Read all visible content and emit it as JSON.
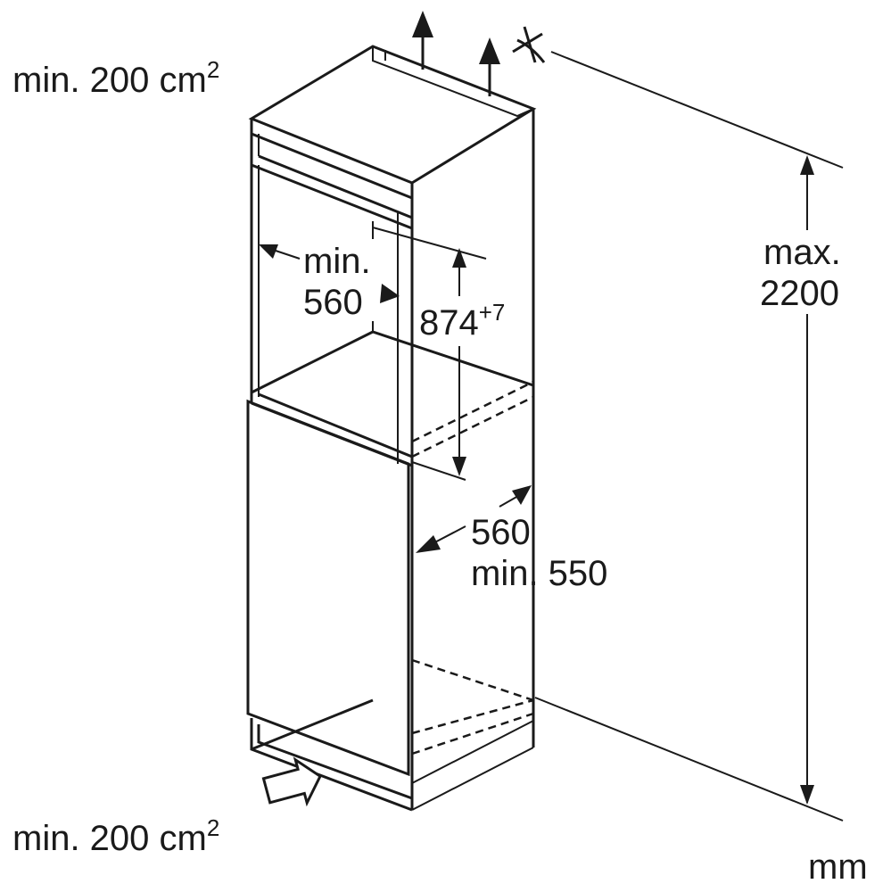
{
  "labels": {
    "vent_top": "min. 200 cm",
    "vent_top_sup": "2",
    "vent_bottom": "min. 200 cm",
    "vent_bottom_sup": "2",
    "niche_width_line1": "min.",
    "niche_width_line2": "560",
    "niche_height": "874",
    "niche_height_tolerance": "+7",
    "depth_line1": "560",
    "depth_line2": "min. 550",
    "max_height_line1": "max.",
    "max_height_line2": "2200",
    "unit": "mm"
  },
  "colors": {
    "line": "#1a1a1a",
    "background": "#ffffff"
  }
}
